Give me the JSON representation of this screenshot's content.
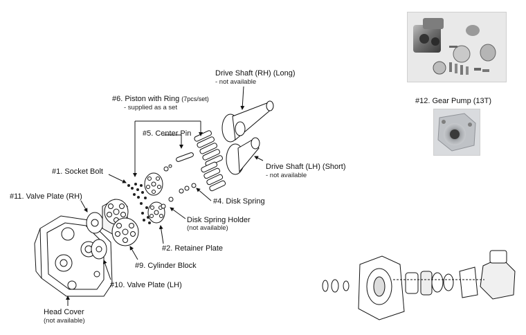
{
  "labels": {
    "drive_rh": {
      "title": "Drive Shaft (RH) (Long)",
      "note": "- not available"
    },
    "piston": {
      "title": "#6. Piston with Ring",
      "title_suffix": "(7pcs/set)",
      "note": "- supplied as a set"
    },
    "center_pin": {
      "title": "#5. Center Pin"
    },
    "drive_lh": {
      "title": "Drive Shaft (LH) (Short)",
      "note": "- not available"
    },
    "socket_bolt": {
      "title": "#1. Socket Bolt"
    },
    "valve_rh": {
      "title": "#11. Valve Plate (RH)"
    },
    "disk_spring": {
      "title": "#4. Disk Spring"
    },
    "holder": {
      "title": "Disk Spring Holder",
      "note": "(not available)"
    },
    "retainer": {
      "title": "#2. Retainer Plate"
    },
    "cylinder": {
      "title": "#9. Cylinder Block"
    },
    "valve_lh": {
      "title": "#10. Valve Plate (LH)"
    },
    "head_cover": {
      "title": "Head Cover",
      "note": "(not available)"
    },
    "gear_pump": {
      "title": "#12. Gear Pump (13T)"
    }
  },
  "colors": {
    "line": "#111111",
    "photo_bg": "#e9e9e9",
    "metal": "#8a8a8a"
  }
}
